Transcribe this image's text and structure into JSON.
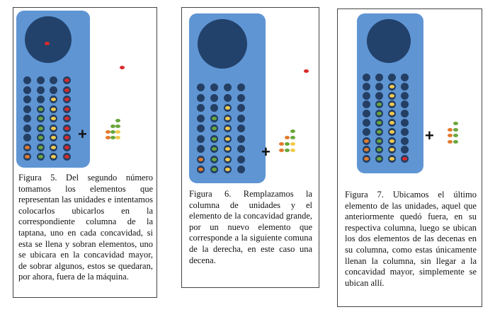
{
  "figures": [
    {
      "id": "5",
      "caption": "Figura 5. Del segundo número tomamos los elementos que representan las unidades e intentamos colocarlos ubicarlos en la correspondiente columna de la taptana, uno en cada concavidad, si esta se llena y sobran elementos, uno se ubicara en la concavidad mayor, de sobrar algunos, estos se quedaran, por ahora, fuera de la máquina.",
      "plus_symbol": "+"
    },
    {
      "id": "6",
      "caption": "Figura 6. Remplazamos la columna de unidades y el elemento de la concavidad grande, por un nuevo elemento que corresponde a la siguiente comuna de la derecha, en este caso una decena.",
      "plus_symbol": "+"
    },
    {
      "id": "7",
      "caption": "Figura 7. Ubicamos el último elemento de las unidades, aquel que anteriormente quedó fuera, en su respectiva columna, luego se ubican los dos elementos de las decenas en su columna, como estas únicamente llenan la columna, sin llegar a la concavidad mayor, simplemente se ubican allí.",
      "plus_symbol": "+"
    }
  ],
  "colors": {
    "taptana_body": "#5f95d3",
    "cavity": "#22426b",
    "hole": "#243f63",
    "thousands": "#e27a2d",
    "hundreds": "#69a63c",
    "tens": "#f2c94c",
    "units": "#d92a2a"
  },
  "boards": {
    "5": [
      [
        "",
        "",
        "",
        "red"
      ],
      [
        "",
        "",
        "",
        "red"
      ],
      [
        "",
        "",
        "yellow",
        "red"
      ],
      [
        "",
        "green",
        "yellow",
        "red"
      ],
      [
        "",
        "green",
        "yellow",
        "red"
      ],
      [
        "",
        "green",
        "yellow",
        "red"
      ],
      [
        "",
        "green",
        "yellow",
        "red"
      ],
      [
        "orange",
        "green",
        "yellow",
        "red"
      ],
      [
        "orange",
        "green",
        "yellow",
        "red"
      ]
    ],
    "6": [
      [
        "",
        "",
        "",
        ""
      ],
      [
        "",
        "",
        "",
        ""
      ],
      [
        "",
        "",
        "yellow",
        ""
      ],
      [
        "",
        "green",
        "yellow",
        ""
      ],
      [
        "",
        "green",
        "yellow",
        ""
      ],
      [
        "",
        "green",
        "yellow",
        ""
      ],
      [
        "",
        "green",
        "yellow",
        ""
      ],
      [
        "orange",
        "green",
        "yellow",
        ""
      ],
      [
        "orange",
        "green",
        "yellow",
        ""
      ]
    ],
    "7": [
      [
        "",
        "",
        "",
        ""
      ],
      [
        "",
        "",
        "yellow",
        ""
      ],
      [
        "",
        "",
        "yellow",
        ""
      ],
      [
        "",
        "green",
        "yellow",
        ""
      ],
      [
        "",
        "green",
        "yellow",
        ""
      ],
      [
        "",
        "green",
        "yellow",
        ""
      ],
      [
        "",
        "green",
        "yellow",
        ""
      ],
      [
        "orange",
        "green",
        "yellow",
        ""
      ],
      [
        "orange",
        "green",
        "yellow",
        ""
      ],
      [
        "orange",
        "green",
        "yellow",
        "red"
      ]
    ]
  },
  "loose_elements": {
    "5": {
      "outside_taptana": [
        "red"
      ],
      "cavity": [
        "red"
      ],
      "stack": [
        [
          "green"
        ],
        [
          "green",
          "green"
        ],
        [
          "orange",
          "green",
          "yellow"
        ],
        [
          "orange",
          "green",
          "yellow"
        ]
      ]
    },
    "6": {
      "outside_taptana": [
        "red"
      ],
      "stack": [
        [
          "green"
        ],
        [
          "orange",
          "green"
        ],
        [
          "orange",
          "green",
          "yellow"
        ],
        [
          "orange",
          "green",
          "yellow"
        ]
      ]
    },
    "7": {
      "stack": [
        [
          "green"
        ],
        [
          "orange",
          "green"
        ],
        [
          "orange",
          "green"
        ],
        [
          "orange",
          "green"
        ]
      ]
    }
  }
}
